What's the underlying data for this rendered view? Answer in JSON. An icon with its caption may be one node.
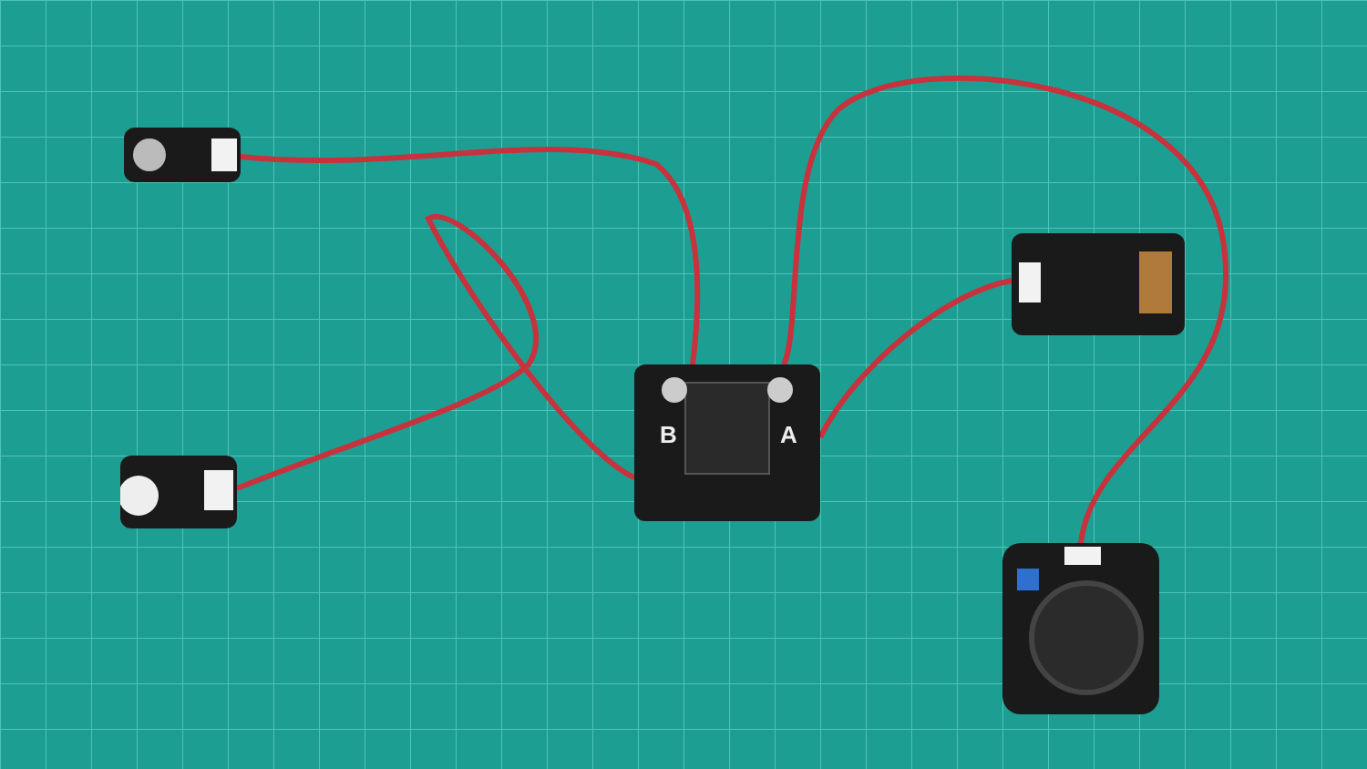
{
  "diagram": {
    "nodes": [
      {
        "text": [],
        "shape": "picture"
      },
      {
        "text": [],
        "shape": "picture"
      },
      {
        "text": [],
        "shape": "picture"
      },
      {
        "text": [],
        "shape": "picture"
      },
      {
        "text": [],
        "shape": "picture"
      }
    ],
    "edges": [
      {
        "from": 0,
        "to": 2,
        "arrow": "none"
      },
      {
        "from": 1,
        "to": 2,
        "arrow": "none"
      },
      {
        "from": 3,
        "to": 2,
        "arrow": "none"
      },
      {
        "from": 4,
        "to": 2,
        "arrow": "none"
      }
    ],
    "labels": [
      "B",
      "A"
    ]
  }
}
